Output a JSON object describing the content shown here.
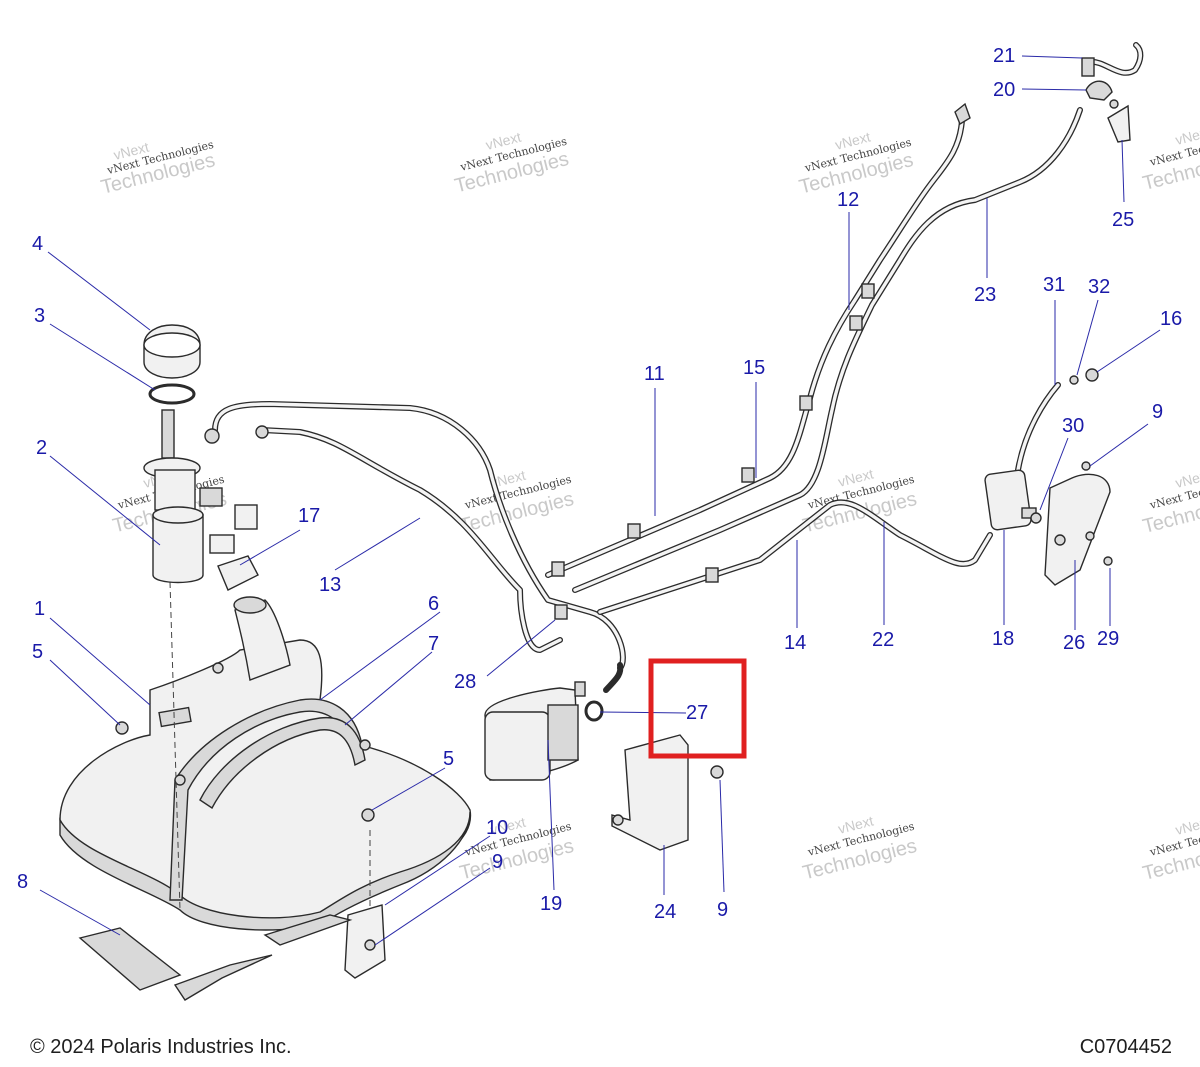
{
  "watermark": {
    "line1": "vNext Technologies",
    "line2": "Technologies",
    "line3": "vNext"
  },
  "callouts": {
    "c1": "1",
    "c2": "2",
    "c3": "3",
    "c4": "4",
    "c5a": "5",
    "c5b": "5",
    "c6": "6",
    "c7": "7",
    "c8": "8",
    "c9a": "9",
    "c9b": "9",
    "c9c": "9",
    "c10": "10",
    "c11": "11",
    "c12": "12",
    "c13": "13",
    "c14": "14",
    "c15": "15",
    "c16": "16",
    "c17": "17",
    "c18": "18",
    "c19": "19",
    "c20": "20",
    "c21": "21",
    "c22": "22",
    "c23": "23",
    "c24": "24",
    "c25": "25",
    "c26": "26",
    "c27": "27",
    "c28": "28",
    "c29": "29",
    "c30": "30",
    "c31": "31",
    "c32": "32"
  },
  "highlight": {
    "part": "27",
    "color": "#e02020"
  },
  "colors": {
    "callout": "#1a1aa8"
  },
  "footer": {
    "copyright": "© 2024 Polaris Industries Inc.",
    "code": "C0704452"
  }
}
